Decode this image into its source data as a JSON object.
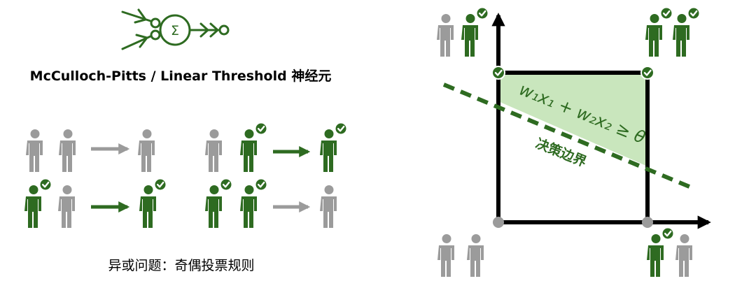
{
  "neuron": {
    "symbol": "Σ",
    "title": "McCulloch-Pitts / Linear Threshold 神经元"
  },
  "xor": {
    "caption": "异或问题：奇偶投票规则",
    "rules": [
      {
        "inputs": [
          false,
          false
        ],
        "output": false
      },
      {
        "inputs": [
          true,
          false
        ],
        "output": true
      },
      {
        "inputs": [
          false,
          true
        ],
        "output": true
      },
      {
        "inputs": [
          true,
          true
        ],
        "output": false
      }
    ]
  },
  "plot": {
    "inequality": "w₁x₁ + w₂x₂ ≥ θ",
    "boundary_label": "决策边界",
    "corners": [
      {
        "corner": "top-left",
        "voters": [
          false,
          true
        ],
        "output": true
      },
      {
        "corner": "top-right",
        "voters": [
          true,
          true
        ],
        "output": true
      },
      {
        "corner": "bottom-left",
        "voters": [
          false,
          false
        ],
        "output": false
      },
      {
        "corner": "bottom-right",
        "voters": [
          true,
          false
        ],
        "output": false
      }
    ]
  },
  "colors": {
    "green": "#2e6b21",
    "gray": "#9b9b9b",
    "region": "#c9e6bd",
    "black": "#000000"
  }
}
